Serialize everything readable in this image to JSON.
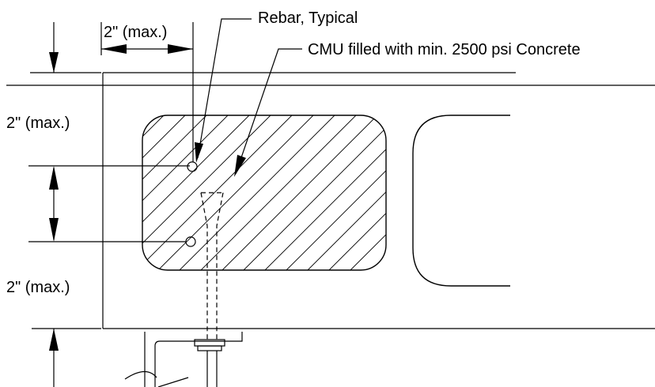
{
  "labels": {
    "rebar": "Rebar, Typical",
    "cmu": "CMU filled with min. 2500 psi Concrete",
    "dim_top": "2\" (max.)",
    "dim_left_upper": "2\" (max.)",
    "dim_left_lower": "2\" (max.)"
  },
  "colors": {
    "line": "#000000",
    "background": "#ffffff"
  }
}
